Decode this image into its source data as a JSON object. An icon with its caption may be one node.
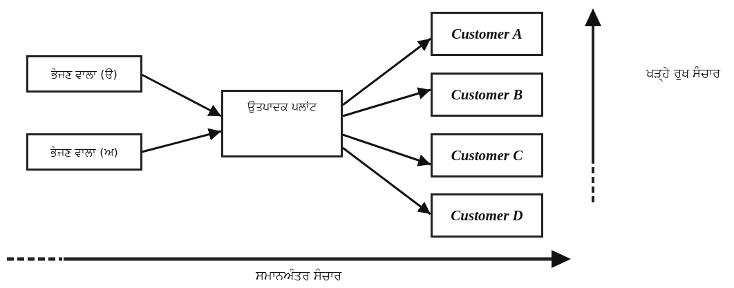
{
  "diagram": {
    "nodes": [
      {
        "text": [
          "ਭੇਜਣ ਵਾਲਾ (ੳ)"
        ]
      },
      {
        "text": [
          "ਭੇਜਣ ਵਾਲਾ (ਅ)"
        ]
      },
      {
        "text": [
          "ਉਤਪਾਦਕ ਪਲਾਂਟ"
        ]
      },
      {
        "text": [
          "Customer A"
        ]
      },
      {
        "text": [
          "Customer B"
        ]
      },
      {
        "text": [
          "Customer C"
        ]
      },
      {
        "text": [
          "Customer D"
        ]
      }
    ],
    "edges": [
      {
        "from": 0,
        "to": 2,
        "arrow": "to"
      },
      {
        "from": 1,
        "to": 2,
        "arrow": "to"
      },
      {
        "from": 2,
        "to": 3,
        "arrow": "to"
      },
      {
        "from": 2,
        "to": 4,
        "arrow": "to"
      },
      {
        "from": 2,
        "to": 5,
        "arrow": "to"
      },
      {
        "from": 2,
        "to": 6,
        "arrow": "to"
      }
    ],
    "labels": [
      "ਖੜ੍ਹੇ ਰੁਖ ਸੰਚਾਰ",
      "ਸਮਾਨਅੰਤਰ ਸੰਚਾਰ"
    ]
  }
}
